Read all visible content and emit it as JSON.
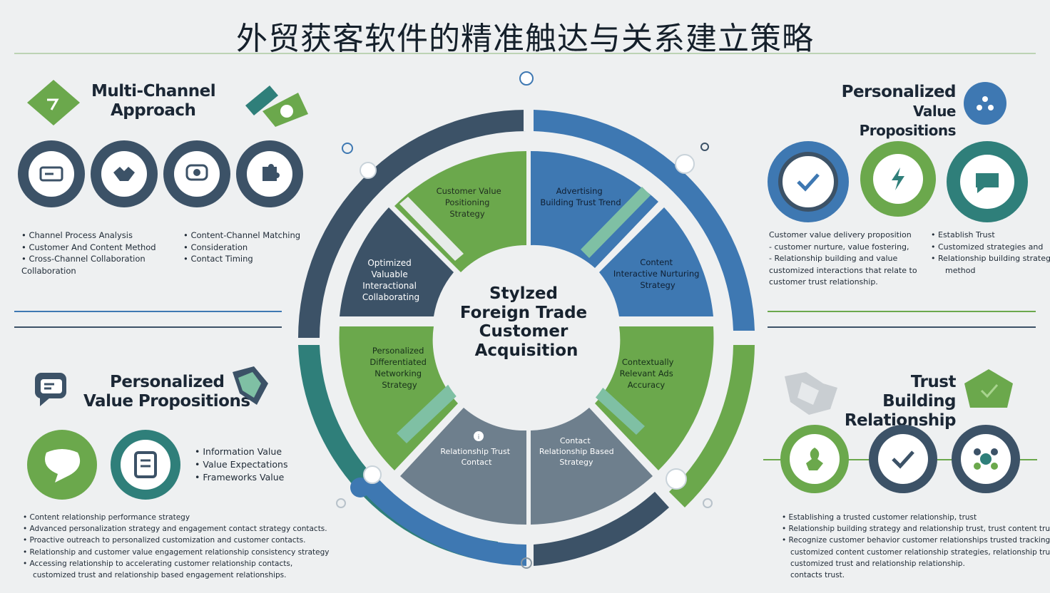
{
  "title": "外贸获客软件的精准触达与关系建立策略",
  "center": {
    "lines": [
      "Stylzed",
      "Foreign Trade",
      "Customer",
      "Acquisition"
    ]
  },
  "segments": [
    {
      "id": "top-left-green",
      "lines": [
        "Customer Value",
        "Positioning",
        "Strategy"
      ]
    },
    {
      "id": "top-right-blue",
      "lines": [
        "Advertising",
        "Building Trust Trend"
      ]
    },
    {
      "id": "right-blue",
      "lines": [
        "Content",
        "Interactive Nurturing",
        "Strategy"
      ]
    },
    {
      "id": "right-green",
      "lines": [
        "Contextually",
        "Relevant Ads",
        "Accuracy"
      ]
    },
    {
      "id": "bottom-right-gray",
      "lines": [
        "Contact",
        "Relationship Based",
        "Strategy"
      ]
    },
    {
      "id": "bottom-left-gray",
      "lines": [
        "Relationship Trust",
        "Contact"
      ]
    },
    {
      "id": "left-green",
      "lines": [
        "Personalized",
        "Differentiated",
        "Networking",
        "Strategy"
      ]
    },
    {
      "id": "left-navy",
      "lines": [
        "Optimized",
        "Valuable",
        "Interactional",
        "Collaborating"
      ]
    }
  ],
  "panels": {
    "multi_channel": {
      "heading": [
        "Multi-Channel",
        "Approach"
      ],
      "bullets_left": [
        "Channel Process Analysis",
        "Customer And Content Method",
        "Cross-Channel Collaboration"
      ],
      "bullets_left_tail": "Collaboration",
      "bullets_right": [
        "Content-Channel Matching",
        "Consideration",
        "Contact Timing"
      ]
    },
    "personalized_top": {
      "heading": [
        "Personalized",
        "Value Propositions"
      ],
      "para": [
        "Customer value delivery proposition",
        "- customer nurture, value fostering,",
        "- Relationship building and value",
        "customized interactions that relate to",
        "customer trust relationship."
      ],
      "bullets": [
        "Establish Trust",
        "Customized strategies and",
        "Relationship building strategy"
      ],
      "bullets_tail": "method"
    },
    "personalized_bottom": {
      "heading": [
        "Personalized",
        "Value Propositions"
      ],
      "bullets": [
        "Information Value",
        "Value Expectations",
        "Frameworks Value"
      ],
      "para": [
        "Content relationship performance strategy",
        "Advanced personalization strategy and engagement contact strategy contacts.",
        "Proactive outreach to personalized customization and customer contacts.",
        "Relationship and customer value engagement relationship consistency strategy",
        "Accessing relationship to accelerating customer relationship contacts,",
        "customized trust and relationship based engagement relationships."
      ]
    },
    "trust_building": {
      "heading": [
        "Trust Building",
        "Relationship"
      ],
      "para": [
        "Establishing a trusted customer relationship, trust",
        "Relationship building strategy and relationship trust, trust content trust.",
        "Recognize customer behavior customer relationships trusted tracking",
        "customized content customer relationship strategies, relationship trust contacts,",
        "customized trust and relationship relationship.",
        "contacts trust."
      ]
    }
  },
  "colors": {
    "navy": "#3c5267",
    "blue": "#3e78b2",
    "green": "#6ba84c",
    "teal": "#2f7f7a",
    "gray": "#6e7f8d",
    "mint": "#7fc0a4"
  },
  "icons": {
    "multi_channel": [
      "card-icon",
      "handshake-icon",
      "chat-gear-icon",
      "puzzle-icon"
    ],
    "personalized_top": [
      "check-icon",
      "lightning-icon",
      "message-icon"
    ],
    "personalized_bottom": [
      "heart-chat-icon",
      "document-icon"
    ],
    "trust_building": [
      "hand-plant-icon",
      "check-icon",
      "network-icon"
    ]
  }
}
